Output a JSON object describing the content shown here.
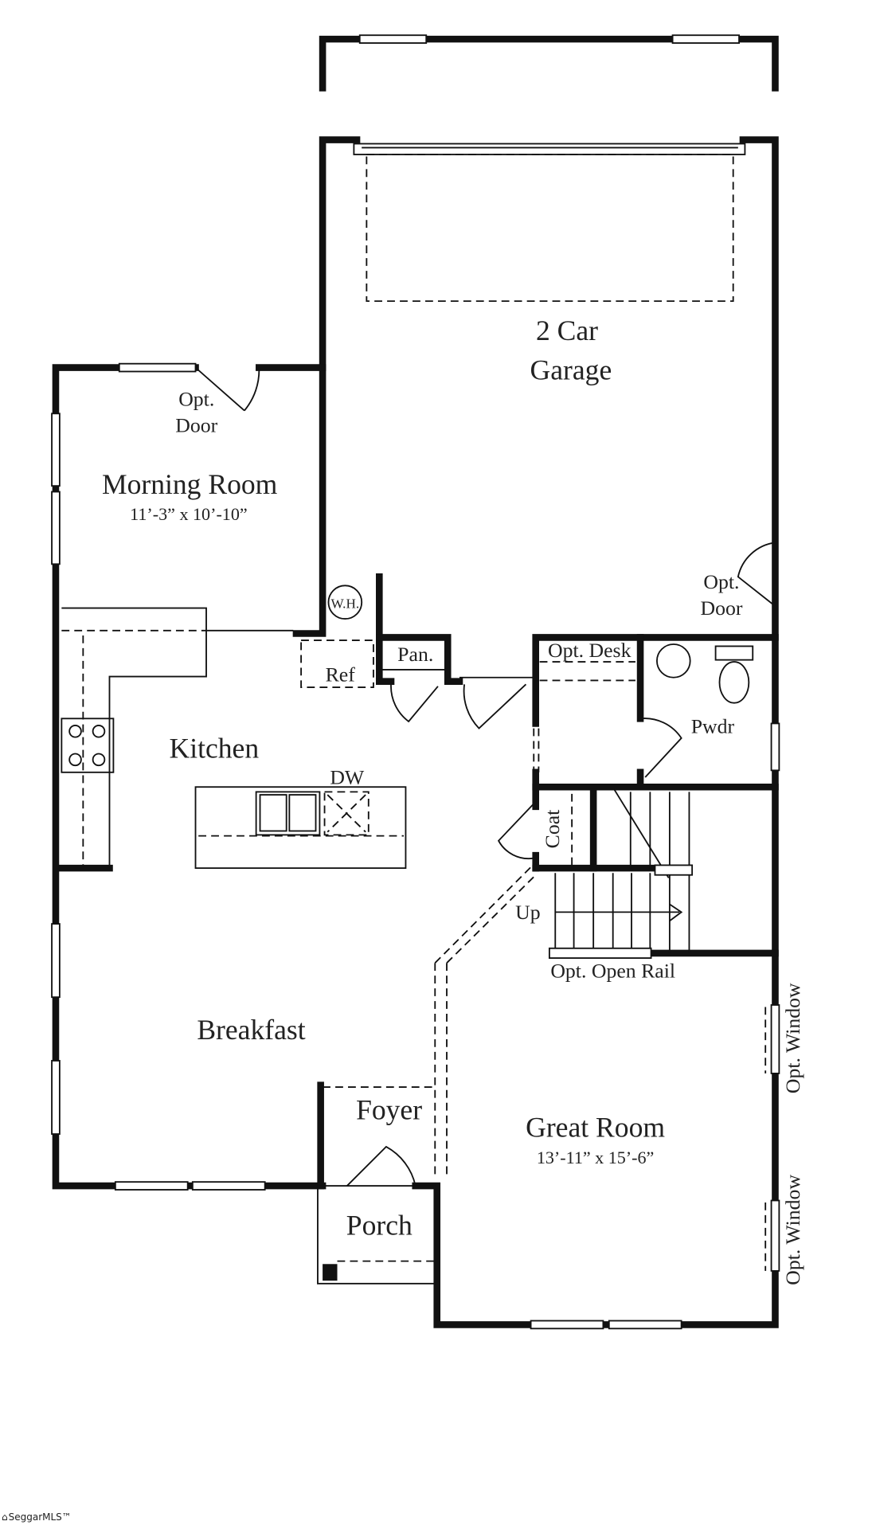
{
  "rooms": {
    "garage_line1": "2 Car",
    "garage_line2": "Garage",
    "morning_room": "Morning Room",
    "morning_room_dims": "11’-3” x 10’-10”",
    "kitchen": "Kitchen",
    "breakfast": "Breakfast",
    "foyer": "Foyer",
    "porch": "Porch",
    "great_room": "Great Room",
    "great_room_dims": "13’-11” x 15’-6”",
    "pwdr": "Pwdr",
    "coat": "Coat"
  },
  "labels": {
    "opt_door_1a": "Opt.",
    "opt_door_1b": "Door",
    "opt_door_2a": "Opt.",
    "opt_door_2b": "Door",
    "wh": "W.H.",
    "ref": "Ref",
    "pan": "Pan.",
    "opt_desk": "Opt. Desk",
    "dw": "DW",
    "up": "Up",
    "opt_open_rail": "Opt. Open Rail",
    "opt_window_1": "Opt. Window",
    "opt_window_2": "Opt. Window"
  },
  "watermark": "SeggarMLS™"
}
